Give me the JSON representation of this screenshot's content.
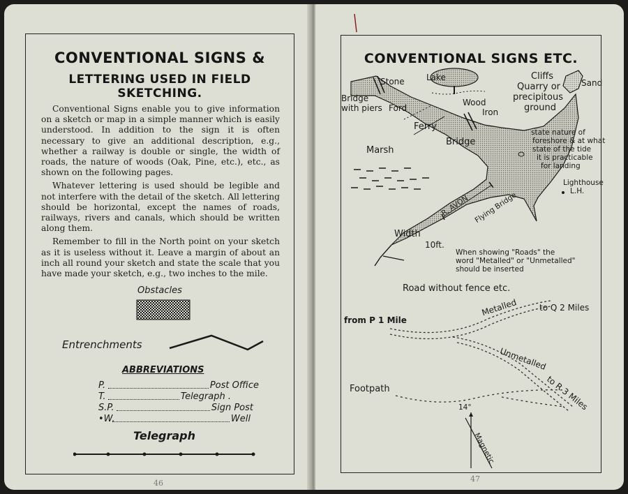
{
  "left_page": {
    "title_line1": "CONVENTIONAL SIGNS &",
    "title_line2": "LETTERING USED IN FIELD SKETCHING.",
    "paragraphs": [
      "Conventional Signs enable you to give information on a sketch or map in a simple manner which is easily understood. In addition to the sign it is often necessary to give an additional description, e.g., whether a railway is double or single, the width of roads, the nature of woods (Oak, Pine, etc.), etc., as shown on the following pages.",
      "Whatever lettering is used should be legible and not interfere with the detail of the sketch. All lettering should be horizontal, except the names of roads, railways, rivers and canals, which should be written along them.",
      "Remember to fill in the North point on your sketch as it is useless without it. Leave a margin of about an inch all round your sketch and state the scale that you have made your sketch, e.g., two inches to the mile."
    ],
    "obstacles_label": "Obstacles",
    "entrenchments_label": "Entrenchments",
    "abbreviations_heading": "ABBREVIATIONS",
    "abbreviations": [
      {
        "key": "P.",
        "value": "Post Office"
      },
      {
        "key": "T.",
        "value": "Telegraph ."
      },
      {
        "key": "S.P.",
        "value": "Sign Post"
      },
      {
        "key": "•W.",
        "value": "Well"
      }
    ],
    "telegraph_label": "Telegraph",
    "page_number": "46"
  },
  "right_page": {
    "title": "CONVENTIONAL SIGNS ETC.",
    "labels": {
      "stone": "Stone",
      "lake": "Lake",
      "cliffs": "Cliffs",
      "quarry": "Quarry or",
      "precipitous": "precipitous",
      "ground": "ground",
      "sand": "Sand",
      "bridge_piers_1": "Bridge",
      "bridge_piers_2": "with piers",
      "ford": "Ford",
      "wood": "Wood",
      "iron": "Iron",
      "ferry": "Ferry",
      "bridge": "Bridge",
      "foreshore_1": "state nature of",
      "foreshore_2": "foreshore & at what",
      "foreshore_3": "state of the tide",
      "foreshore_4": "it is practicable",
      "foreshore_5": "for landing",
      "marsh": "Marsh",
      "lighthouse_1": "Lighthouse",
      "lighthouse_2": "L.H.",
      "r_avon": "R. AVON",
      "flying_bridge": "Flying Bridge",
      "width": "Width",
      "ten_ft": "10ft.",
      "roads_note_1": "When showing \"Roads\" the",
      "roads_note_2": "word \"Metalled\" or \"Unmetalled\"",
      "roads_note_3": "should be inserted",
      "road_without_fence": "Road without fence etc.",
      "from_p": "from P 1 Mile",
      "metalled": "Metalled",
      "to_q": "to Q 2 Miles",
      "unmetalled": "Unmetalled",
      "to_r": "to R 3 Miles",
      "footpath": "Footpath",
      "magnetic": "Magnetic",
      "declination": "14°"
    },
    "page_number": "47"
  },
  "colors": {
    "paper": "#dedfd4",
    "ink": "#1a1a1a"
  }
}
